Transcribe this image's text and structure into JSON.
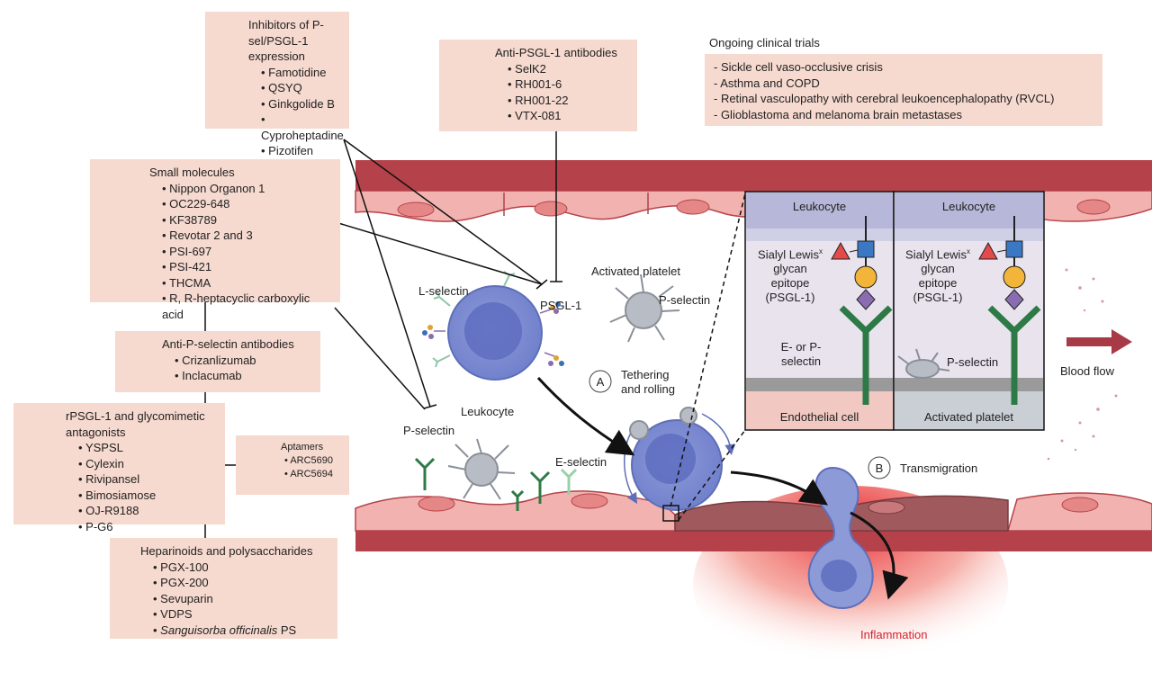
{
  "boxes": {
    "expression": {
      "title_line1": "Inhibitors of P-sel/PSGL-1",
      "title_line2": "expression",
      "items": [
        "Famotidine",
        "QSYQ",
        "Ginkgolide B",
        "Cyproheptadine",
        "Pizotifen"
      ]
    },
    "anti_psgl1": {
      "title": "Anti-PSGL-1 antibodies",
      "items": [
        "SelK2",
        "RH001-6",
        "RH001-22",
        "VTX-081"
      ]
    },
    "small_molecules": {
      "title": "Small molecules",
      "items": [
        "Nippon Organon 1",
        "OC229-648",
        "KF38789",
        "Revotar 2 and 3",
        "PSI-697",
        "PSI-421",
        "THCMA",
        "R, R-heptacyclic carboxylic acid"
      ]
    },
    "anti_pselectin": {
      "title": "Anti-P-selectin antibodies",
      "items": [
        "Crizanlizumab",
        "Inclacumab"
      ]
    },
    "rpsgl1": {
      "title_line1": "rPSGL-1 and glycomimetic",
      "title_line2": "antagonists",
      "items": [
        "YSPSL",
        "Cylexin",
        "Rivipansel",
        "Bimosiamose",
        "OJ-R9188",
        "P-G6"
      ]
    },
    "aptamers": {
      "title": "Aptamers",
      "items": [
        "ARC5690",
        "ARC5694"
      ]
    },
    "heparinoids": {
      "title": "Heparinoids and polysaccharides",
      "items": [
        "PGX-100",
        "PGX-200",
        "Sevuparin",
        "VDPS"
      ],
      "last_item_italic": "Sanguisorba officinalis",
      "last_item_suffix": " PS"
    }
  },
  "trials": {
    "heading": "Ongoing clinical trials",
    "items": [
      "- Sickle cell vaso-occlusive crisis",
      "- Asthma and COPD",
      "- Retinal vasculopathy with cerebral leukoencephalopathy (RVCL)",
      "- Glioblastoma and melanoma brain metastases"
    ]
  },
  "diagram": {
    "l_selectin": "L-selectin",
    "psgl1": "PSGL-1",
    "leukocyte": "Leukocyte",
    "activated_platelet": "Activated platelet",
    "p_selectin_platelet": "P-selectin",
    "p_selectin_left": "P-selectin",
    "e_selectin": "E-selectin",
    "step_a_letter": "A",
    "step_a_line1": "Tethering",
    "step_a_line2": "and rolling",
    "step_b_letter": "B",
    "step_b_label": "Transmigration",
    "blood_flow": "Blood flow",
    "inflammation": "Inflammation"
  },
  "inset_left": {
    "top": "Leukocyte",
    "glycan_line1": "Sialyl Lewis",
    "glycan_sup": "x",
    "glycan_line2": "glycan",
    "glycan_line3": "epitope",
    "glycan_line4": "(PSGL-1)",
    "selectin_line1": "E- or P-",
    "selectin_line2": "selectin",
    "bottom": "Endothelial cell"
  },
  "inset_right": {
    "top": "Leukocyte",
    "glycan_line1": "Sialyl Lewis",
    "glycan_sup": "x",
    "glycan_line2": "glycan",
    "glycan_line3": "epitope",
    "glycan_line4": "(PSGL-1)",
    "selectin": "P-selectin",
    "bottom": "Activated platelet"
  }
}
